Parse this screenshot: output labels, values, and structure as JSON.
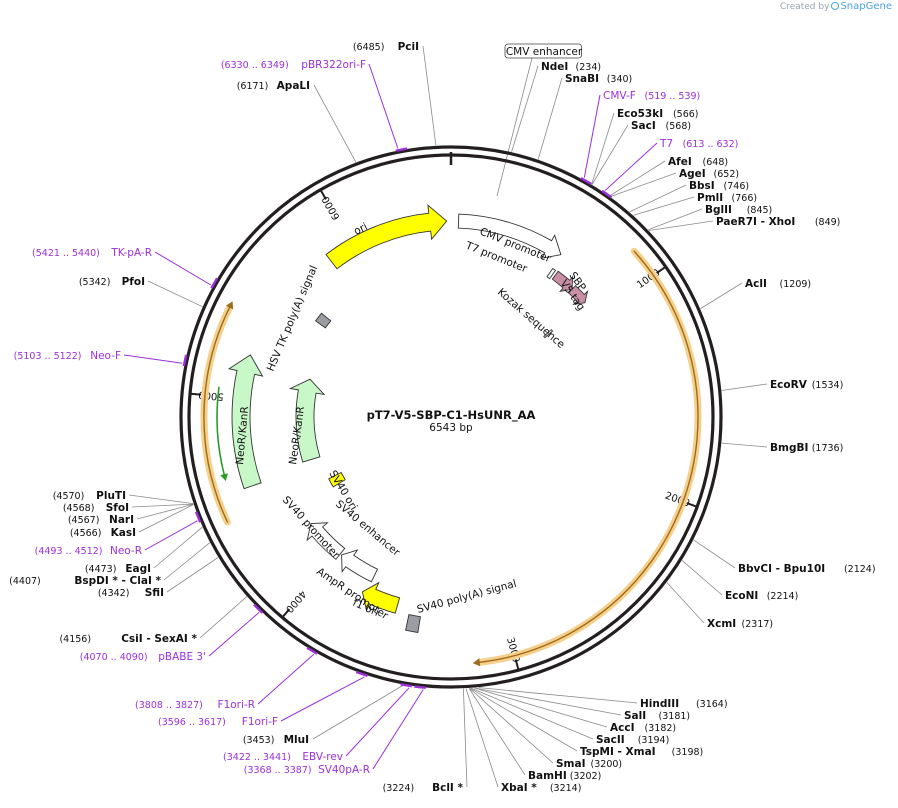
{
  "brand": {
    "created_by": "Created by",
    "product": "SnapGene"
  },
  "plasmid": {
    "name": "pT7-V5-SBP-C1-HsUNR_AA",
    "size": "6543 bp"
  },
  "colors": {
    "backbone": "#231f20",
    "site_label": "#111111",
    "primer": "#9b30d9",
    "orf_outline": "#9c6b1e",
    "orf_glow": "#f6d08a",
    "ori": "#ffff00",
    "promoter": "#ffffff",
    "marker": "#c8f7c8",
    "polya": "#9a9ea3",
    "tag": "#c98fa6",
    "green_arrow": "#2e9a2e",
    "leader": "#8a8a8a"
  },
  "ruler": [
    {
      "bp": 1000,
      "label": "1000"
    },
    {
      "bp": 2000,
      "label": "2000"
    },
    {
      "bp": 3000,
      "label": "3000"
    },
    {
      "bp": 4000,
      "label": "4000"
    },
    {
      "bp": 5000,
      "label": "5000"
    },
    {
      "bp": 6000,
      "label": "6000"
    }
  ],
  "sites": [
    {
      "pos": 6485,
      "name": "PciI",
      "coord": "(6485)",
      "side": "left"
    },
    {
      "pos": 6171,
      "name": "ApaLI",
      "coord": "(6171)",
      "side": "left"
    },
    {
      "pos": 234,
      "name": "NdeI",
      "coord": "(234)",
      "side": "right"
    },
    {
      "pos": 340,
      "name": "SnaBI",
      "coord": "(340)",
      "side": "right"
    },
    {
      "pos": 566,
      "name": "Eco53kI",
      "coord": "(566)",
      "side": "right"
    },
    {
      "pos": 568,
      "name": "SacI",
      "coord": "(568)",
      "side": "right"
    },
    {
      "pos": 648,
      "name": "AfeI",
      "coord": "(648)",
      "side": "right"
    },
    {
      "pos": 652,
      "name": "AgeI",
      "coord": "(652)",
      "side": "right"
    },
    {
      "pos": 746,
      "name": "BbsI",
      "coord": "(746)",
      "side": "right"
    },
    {
      "pos": 766,
      "name": "PmlI",
      "coord": "(766)",
      "side": "right"
    },
    {
      "pos": 845,
      "name": "BglII",
      "coord": "(845)",
      "side": "right"
    },
    {
      "pos": 849,
      "name": "PaeR7I - XhoI",
      "coord": "(849)",
      "side": "right"
    },
    {
      "pos": 1209,
      "name": "AclI",
      "coord": "(1209)",
      "side": "right"
    },
    {
      "pos": 1534,
      "name": "EcoRV",
      "coord": "(1534)",
      "side": "right"
    },
    {
      "pos": 1736,
      "name": "BmgBI",
      "coord": "(1736)",
      "side": "right"
    },
    {
      "pos": 2124,
      "name": "BbvCI - Bpu10I",
      "coord": "(2124)",
      "side": "right"
    },
    {
      "pos": 2214,
      "name": "EcoNI",
      "coord": "(2214)",
      "side": "right"
    },
    {
      "pos": 2317,
      "name": "XcmI",
      "coord": "(2317)",
      "side": "right"
    },
    {
      "pos": 3164,
      "name": "HindIII",
      "coord": "(3164)",
      "side": "right"
    },
    {
      "pos": 3181,
      "name": "SalI",
      "coord": "(3181)",
      "side": "right"
    },
    {
      "pos": 3182,
      "name": "AccI",
      "coord": "(3182)",
      "side": "right"
    },
    {
      "pos": 3194,
      "name": "SacII",
      "coord": "(3194)",
      "side": "right"
    },
    {
      "pos": 3198,
      "name": "TspMI - XmaI",
      "coord": "(3198)",
      "side": "right"
    },
    {
      "pos": 3200,
      "name": "SmaI",
      "coord": "(3200)",
      "side": "right"
    },
    {
      "pos": 3202,
      "name": "BamHI",
      "coord": "(3202)",
      "side": "right"
    },
    {
      "pos": 3214,
      "name": "XbaI *",
      "coord": "(3214)",
      "side": "right"
    },
    {
      "pos": 3224,
      "name": "BclI *",
      "coord": "(3224)",
      "side": "left"
    },
    {
      "pos": 3453,
      "name": "MluI",
      "coord": "(3453)",
      "side": "left"
    },
    {
      "pos": 4156,
      "name": "CsiI - SexAI *",
      "coord": "(4156)",
      "side": "left"
    },
    {
      "pos": 4342,
      "name": "SfiI",
      "coord": "(4342)",
      "side": "left"
    },
    {
      "pos": 4407,
      "name": "BspDI * - ClaI *",
      "coord": "(4407)",
      "side": "left"
    },
    {
      "pos": 4473,
      "name": "EagI",
      "coord": "(4473)",
      "side": "left"
    },
    {
      "pos": 4566,
      "name": "KasI",
      "coord": "(4566)",
      "side": "left"
    },
    {
      "pos": 4567,
      "name": "NarI",
      "coord": "(4567)",
      "side": "left"
    },
    {
      "pos": 4568,
      "name": "SfoI",
      "coord": "(4568)",
      "side": "left"
    },
    {
      "pos": 4570,
      "name": "PluTI",
      "coord": "(4570)",
      "side": "left"
    },
    {
      "pos": 5342,
      "name": "PfoI",
      "coord": "(5342)",
      "side": "left"
    }
  ],
  "primers": [
    {
      "start": 6330,
      "end": 6349,
      "name": "pBR322ori-F",
      "coord": "(6330 .. 6349)",
      "side": "left"
    },
    {
      "start": 519,
      "end": 539,
      "name": "CMV-F",
      "coord": "(519 .. 539)",
      "side": "right"
    },
    {
      "start": 613,
      "end": 632,
      "name": "T7",
      "coord": "(613 .. 632)",
      "side": "right"
    },
    {
      "start": 5421,
      "end": 5440,
      "name": "TK-pA-R",
      "coord": "(5421 .. 5440)",
      "side": "left"
    },
    {
      "start": 5103,
      "end": 5122,
      "name": "Neo-F",
      "coord": "(5103 .. 5122)",
      "side": "left"
    },
    {
      "start": 4493,
      "end": 4512,
      "name": "Neo-R",
      "coord": "(4493 .. 4512)",
      "side": "left"
    },
    {
      "start": 4070,
      "end": 4090,
      "name": "pBABE 3'",
      "coord": "(4070 .. 4090)",
      "side": "left"
    },
    {
      "start": 3808,
      "end": 3827,
      "name": "F1ori-R",
      "coord": "(3808 .. 3827)",
      "side": "left"
    },
    {
      "start": 3596,
      "end": 3617,
      "name": "F1ori-F",
      "coord": "(3596 .. 3617)",
      "side": "left"
    },
    {
      "start": 3422,
      "end": 3441,
      "name": "EBV-rev",
      "coord": "(3422 .. 3441)",
      "side": "left"
    },
    {
      "start": 3368,
      "end": 3387,
      "name": "SV40pA-R",
      "coord": "(3368 .. 3387)",
      "side": "left"
    }
  ],
  "features": [
    {
      "name": "CMV enhancer",
      "type": "boxed-label"
    },
    {
      "name": "CMV promoter",
      "type": "promoter"
    },
    {
      "name": "T7 promoter",
      "type": "promoter"
    },
    {
      "name": "Kozak sequence",
      "type": "misc"
    },
    {
      "name": "SBP",
      "type": "tag"
    },
    {
      "name": "V5 tag",
      "type": "tag"
    },
    {
      "name": "ori",
      "type": "ori"
    },
    {
      "name": "HSV TK poly(A) signal",
      "type": "polya"
    },
    {
      "name": "NeoR/KanR",
      "type": "marker"
    },
    {
      "name": "NeoR/KanR",
      "type": "marker"
    },
    {
      "name": "SV40 ori",
      "type": "ori"
    },
    {
      "name": "SV40 enhancer",
      "type": "enhancer"
    },
    {
      "name": "SV40 promoter",
      "type": "promoter"
    },
    {
      "name": "AmpR promoter",
      "type": "promoter"
    },
    {
      "name": "f1 ori",
      "type": "ori"
    },
    {
      "name": "SV40 poly(A) signal",
      "type": "polya"
    }
  ]
}
